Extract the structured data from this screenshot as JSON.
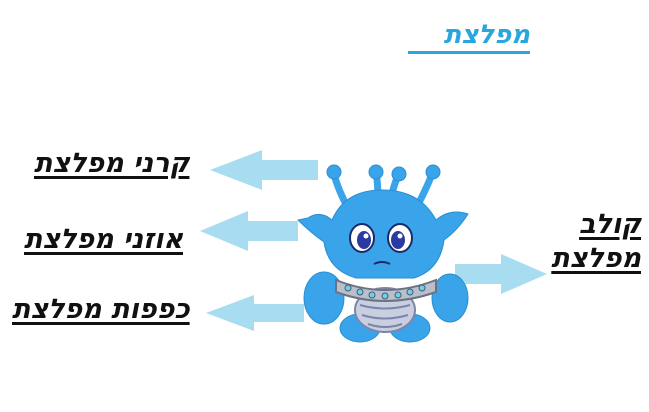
{
  "title": "מפלצת",
  "labels": {
    "horns": "קרני מפלצת",
    "ears": "אוזני מפלצת",
    "paws": "כפפות מפלצת",
    "body": "קולב מפלצת"
  },
  "colors": {
    "monster_body": "#3aa4ea",
    "arrow": "#a8dcf0",
    "title": "#2aa6de",
    "label": "#111111"
  }
}
